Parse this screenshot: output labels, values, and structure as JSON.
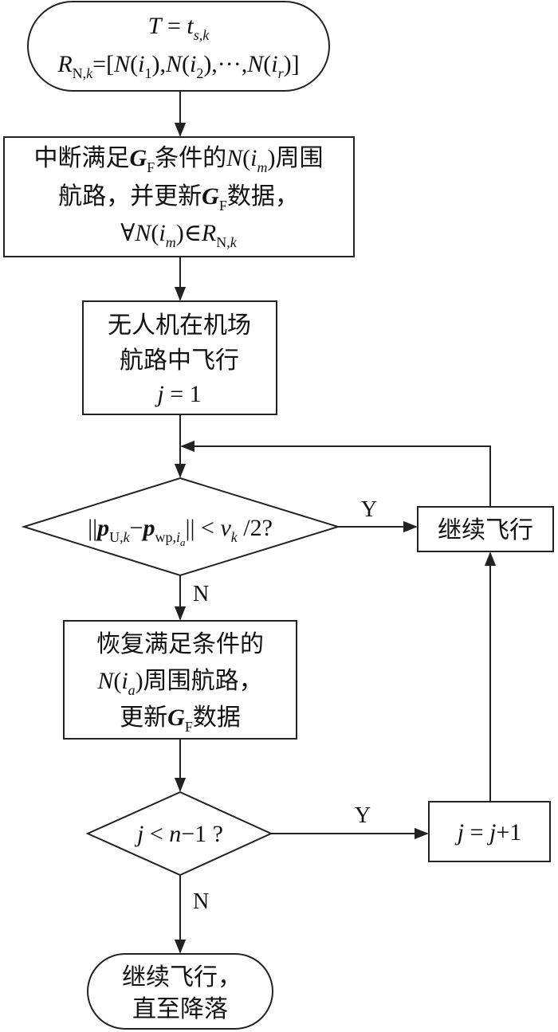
{
  "start": {
    "line1": "T = t s,k",
    "line2": "R N,k =[N(i 1),N(i 2),···,N(i r)]"
  },
  "step1": {
    "line1_a": "中断满足",
    "line1_b": "G F",
    "line1_c": "条件的",
    "line1_d": "N(i m)",
    "line1_e": "周围",
    "line2_a": "航路，并更新",
    "line2_b": "G F",
    "line2_c": "数据，",
    "line3": "∀N(i m)∈R N,k"
  },
  "step2": {
    "line1": "无人机在机场",
    "line2": "航路中飞行",
    "line3": "j = 1"
  },
  "decision1": {
    "condition": "||p U,k −p wp,i a|| < v k /2?",
    "yes": "Y",
    "no": "N"
  },
  "continue_box": {
    "label": "继续飞行"
  },
  "step3": {
    "line1": "恢复满足条件的",
    "line2_a": "N(i a)",
    "line2_b": "周围航路，",
    "line3_a": "更新",
    "line3_b": "G F",
    "line3_c": "数据"
  },
  "decision2": {
    "condition": "j < n−1 ?",
    "yes": "Y",
    "no": "N"
  },
  "increment_box": {
    "label": "j = j+1"
  },
  "end": {
    "line1": "继续飞行，",
    "line2": "直至降落"
  }
}
